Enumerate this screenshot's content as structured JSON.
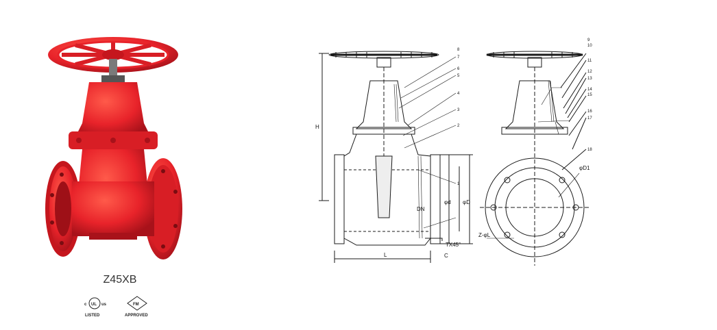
{
  "product": {
    "model": "Z45XB"
  },
  "certifications": {
    "ul_mark": "UL",
    "ul_c": "c",
    "ul_us": "us",
    "ul_caption": "LISTED",
    "fm_mark": "FM",
    "fm_caption": "APPROVED"
  },
  "drawing": {
    "callouts": [
      "1",
      "2",
      "3",
      "4",
      "5",
      "6",
      "7",
      "8",
      "9",
      "10",
      "11",
      "12",
      "13",
      "14",
      "15",
      "16",
      "17",
      "18"
    ],
    "dimensions": {
      "height": "H",
      "length": "L",
      "nominal": "DN",
      "bore": "φd",
      "outer": "φD",
      "bolt_circle": "φD1",
      "holes": "Z-φL",
      "flange": "TX45°",
      "clearance": "C"
    }
  },
  "colors": {
    "valve_red": "#e8232a",
    "valve_dark": "#b3151b",
    "line": "#1a1a1a"
  }
}
